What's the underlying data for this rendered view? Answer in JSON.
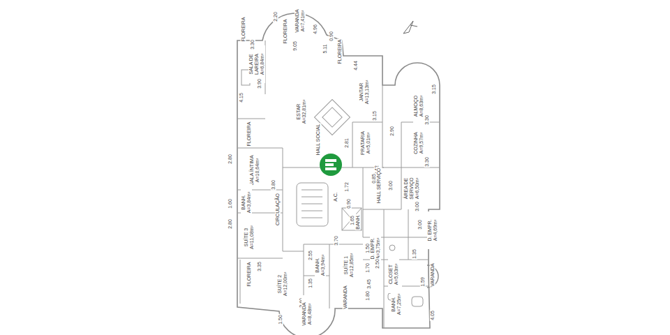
{
  "diagram": {
    "labels": [
      "FLOREIRA",
      "VARANDA A=7,41m²",
      "2.20",
      "FLOREIRA",
      "4.96",
      "9.05",
      "SALA DE LAREIRA A=6,84m²",
      "3.30",
      "3.90",
      "0.90",
      "5.11",
      "FLOREIRA",
      "4.44",
      "ESTAR A=32,81m²",
      "4.15",
      "JANTAR A=13,13m²",
      "ALMOÇO A=8,63m²",
      "3.15",
      "3.30",
      "3.15",
      "FLOREIRA",
      "HALL SOCIAL",
      "2.81",
      "PRATARIA A=5,01m²",
      "2.90",
      "COZINHA A=9,57m²",
      "3.30",
      "2.80",
      "SALA ÍNTIMA A=10,64m²",
      "3.80",
      "2.42",
      "0.85",
      "3.00",
      "HALL SERVIÇO",
      "A.C.",
      "1.72",
      "ÁREA DE SERVIÇO A=6,50m²",
      "0.90",
      "1.60",
      "BANH. A=3,84m²",
      "CIRCULAÇÃO",
      "3.00",
      "1.65",
      "BANH.",
      "2.80",
      "SUÍTE 3 A=11,08m²",
      "3.00",
      "D. EMPR. A=4,69m²",
      "3.70",
      "1.50",
      "D. EMPR. A=3,75m²",
      "1.35",
      "FLOREIRA",
      "3.35",
      "2.55",
      "BANH. A=3,94m²",
      "SUÍTE 1 A=12,85m²",
      "2.50",
      "SUÍTE 2 A=12,00m²",
      "1.70",
      "CLOSET A=5,63m²",
      "VARANDA",
      "1.35",
      "3.45",
      "1.80",
      "VARANDA",
      "3.40",
      "BANH. A=7,25m²",
      "4.05",
      "1.59",
      "1.50",
      "VARANDA A=8,48m²"
    ]
  }
}
